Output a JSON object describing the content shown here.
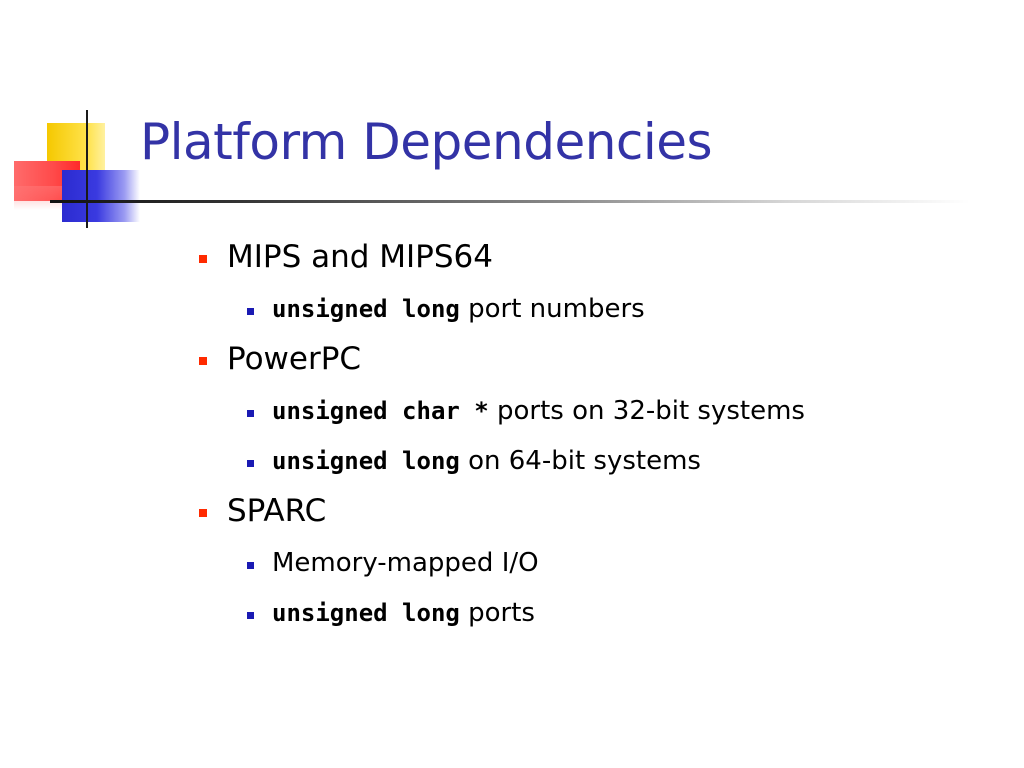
{
  "slide": {
    "title": "Platform Dependencies",
    "colors": {
      "title": "#3333a6",
      "level1_bullet": "#ff2a00",
      "level2_bullet": "#1a1ab3"
    },
    "items": [
      {
        "label": "MIPS and MIPS64",
        "subitems": [
          {
            "code": "unsigned long",
            "text": " port numbers"
          }
        ]
      },
      {
        "label": "PowerPC",
        "subitems": [
          {
            "code": "unsigned char *",
            "text": " ports on 32-bit systems"
          },
          {
            "code": "unsigned long",
            "text": " on 64-bit systems"
          }
        ]
      },
      {
        "label": "SPARC",
        "subitems": [
          {
            "code": "",
            "text": "Memory-mapped I/O"
          },
          {
            "code": "unsigned long",
            "text": " ports"
          }
        ]
      }
    ]
  }
}
